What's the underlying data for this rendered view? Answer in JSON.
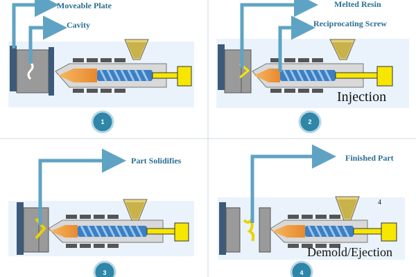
{
  "panels": [
    {
      "step": "1",
      "labels": [
        "Moveable Plate",
        "Cavity"
      ],
      "caption": ""
    },
    {
      "step": "2",
      "labels": [
        "Melted Resin",
        "Reciprocating Screw"
      ],
      "caption": "Injection"
    },
    {
      "step": "3",
      "labels": [
        "Part Solidifies"
      ],
      "caption": ""
    },
    {
      "step": "4",
      "labels": [
        "Finished Part"
      ],
      "caption": "Demold/Ejection",
      "corner_mark": "4"
    }
  ],
  "colors": {
    "callout": "#5fa3c4",
    "label": "#2a6f93",
    "badge": "#2e86a8",
    "barrel": "#d9d9d9",
    "melt": "#f0a24a",
    "screw": "#3b7fc4",
    "hopper_granules": "#c8b24a",
    "hydraulic": "#f7e600",
    "mold": "#8a8a8a",
    "background_box": "#eaf3fb"
  }
}
